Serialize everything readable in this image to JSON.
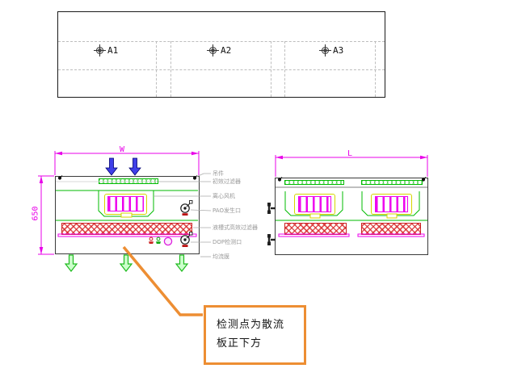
{
  "grid_panel": {
    "points": [
      {
        "label": "A1"
      },
      {
        "label": "A2"
      },
      {
        "label": "A3"
      }
    ]
  },
  "front_view": {
    "width_dim": "W",
    "height_dim": "650",
    "part_labels": [
      "吊件",
      "初效过滤器",
      "离心风机",
      "PAO发生口",
      "液槽式高效过滤器",
      "DOP检测口",
      "均流膜"
    ]
  },
  "side_view": {
    "length_dim": "L"
  },
  "callout": {
    "line1": "检测点为散流",
    "line2": "板正下方"
  },
  "colors": {
    "dimension_magenta": "#E800E8",
    "structure_green": "#00BB00",
    "hepa_red": "#CC2222",
    "inlet_blue": "#4040E8",
    "outlet_green": "#1EBB1E",
    "callout_orange": "#ED8E33",
    "label_gray": "#999999",
    "comb_magenta": "#EE00EE",
    "frame_yellow": "#D6D600"
  }
}
